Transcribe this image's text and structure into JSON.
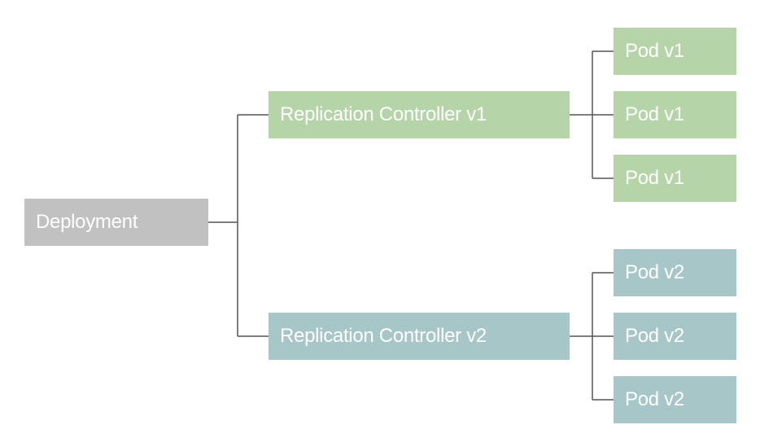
{
  "deployment": {
    "label": "Deployment",
    "color": "#c1c1c1"
  },
  "replication_controllers": [
    {
      "label": "Replication Controller v1",
      "color": "#b5d4a7",
      "pods": [
        "Pod v1",
        "Pod v1",
        "Pod v1"
      ]
    },
    {
      "label": "Replication Controller v2",
      "color": "#a7c6c8",
      "pods": [
        "Pod v2",
        "Pod v2",
        "Pod v2"
      ]
    }
  ],
  "connector_color": "#555555"
}
